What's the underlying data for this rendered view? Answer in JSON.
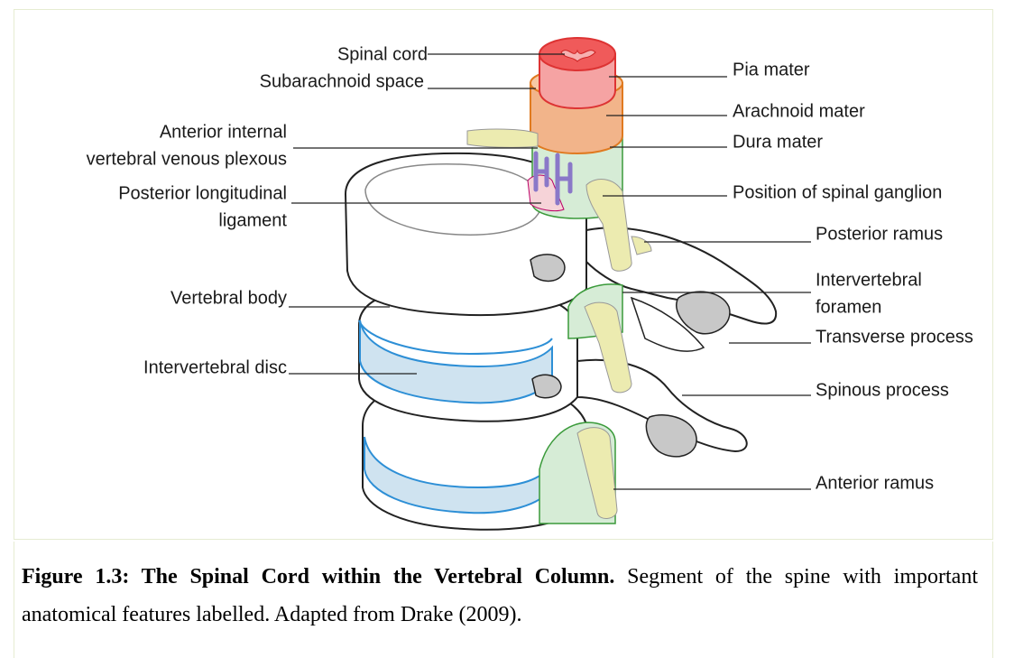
{
  "labels": {
    "spinal_cord": "Spinal cord",
    "subarachnoid_space": "Subarachnoid space",
    "anterior_internal_line1": "Anterior internal",
    "anterior_internal_line2": "vertebral venous plexous",
    "posterior_longitudinal_line1": "Posterior longitudinal",
    "posterior_longitudinal_line2": "ligament",
    "vertebral_body": "Vertebral body",
    "intervertebral_disc": "Intervertebral disc",
    "pia_mater": "Pia mater",
    "arachnoid_mater": "Arachnoid mater",
    "dura_mater": "Dura mater",
    "spinal_ganglion": "Position of spinal ganglion",
    "posterior_ramus": "Posterior ramus",
    "intervertebral_foramen_line1": "Intervertebral",
    "intervertebral_foramen_line2": "foramen",
    "transverse_process": "Transverse process",
    "spinous_process": "Spinous process",
    "anterior_ramus": "Anterior ramus"
  },
  "caption": {
    "bold": "Figure 1.3: The Spinal Cord within the Vertebral Column.",
    "text": " Segment of the spine with important anatomical features labelled.  Adapted from Drake (2009)."
  },
  "colors": {
    "pia": "#f05a5a",
    "arachnoid": "#f2b48a",
    "dura": "#d6ecd6",
    "nerve": "#ecebb0",
    "disc": "#cfe3f0",
    "disc_edge": "#2d8fd6",
    "vein": "#8a78c8",
    "bone_outline": "#222222"
  }
}
